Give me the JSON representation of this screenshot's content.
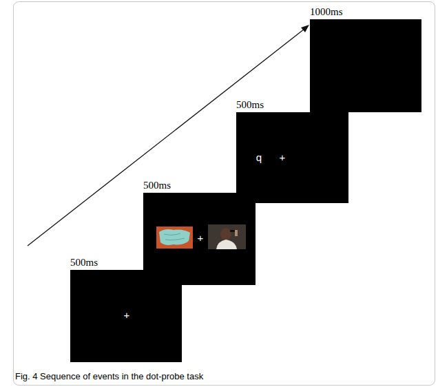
{
  "diagram": {
    "caption": "Fig. 4 Sequence of events in the dot-probe task",
    "nodes": [
      {
        "text": [
          "500ms",
          "+"
        ]
      },
      {
        "text": [
          "500ms",
          "+"
        ]
      },
      {
        "text": [
          "500ms",
          "q",
          "+"
        ]
      },
      {
        "text": [
          "1000ms"
        ]
      }
    ]
  }
}
